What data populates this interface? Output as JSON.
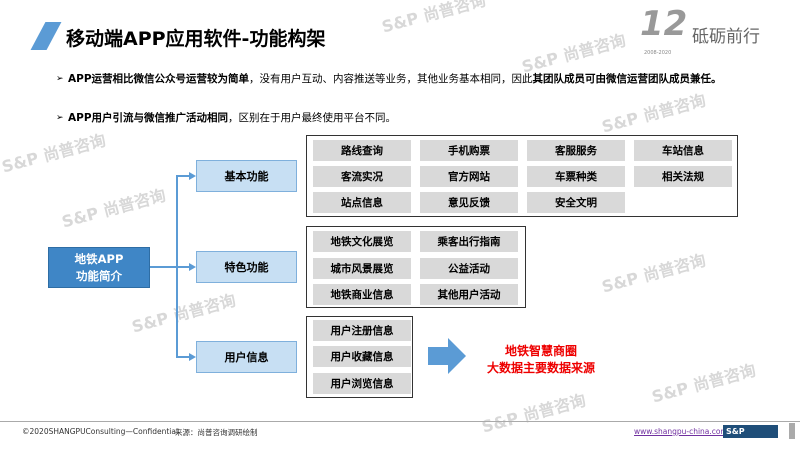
{
  "header": {
    "title": "移动端APP应用软件-功能构架",
    "badge_number": "12",
    "badge_years": "2008-2020",
    "slogan": "砥砺前行"
  },
  "watermark": "S&P 尚普咨询",
  "bullets": [
    {
      "bold1": "APP运营相比微信公众号运营较为简单",
      "text": "，没有用户互动、内容推送等业务，其他业务基本相同，因此",
      "bold2": "其团队成员可由微信运营团队成员兼任。"
    },
    {
      "bold1": "APP用户引流与微信推广活动相同",
      "text": "，区别在于用户最终使用平台不同。",
      "bold2": ""
    }
  ],
  "diagram": {
    "root": [
      "地铁APP",
      "功能简介"
    ],
    "categories": [
      {
        "label": "基本功能",
        "items": [
          "路线查询",
          "手机购票",
          "客服服务",
          "车站信息",
          "客流实况",
          "官方网站",
          "车票种类",
          "相关法规",
          "站点信息",
          "意见反馈",
          "安全文明"
        ]
      },
      {
        "label": "特色功能",
        "items": [
          "地铁文化展览",
          "乘客出行指南",
          "城市风景展览",
          "公益活动",
          "地铁商业信息",
          "其他用户活动"
        ]
      },
      {
        "label": "用户信息",
        "items": [
          "用户注册信息",
          "用户收藏信息",
          "用户浏览信息"
        ]
      }
    ],
    "result": [
      "地铁智慧商圈",
      "大数据主要数据来源"
    ]
  },
  "footer": {
    "copyright": "©2020SHANGPUConsulting—Confidential",
    "source": "来源：尚普咨询调研绘制",
    "url": "www.shangpu-china.com",
    "logo": "S&P"
  },
  "colors": {
    "accent": "#5b9bd5",
    "root": "#3f86c6",
    "highlight": "#ee0000"
  }
}
